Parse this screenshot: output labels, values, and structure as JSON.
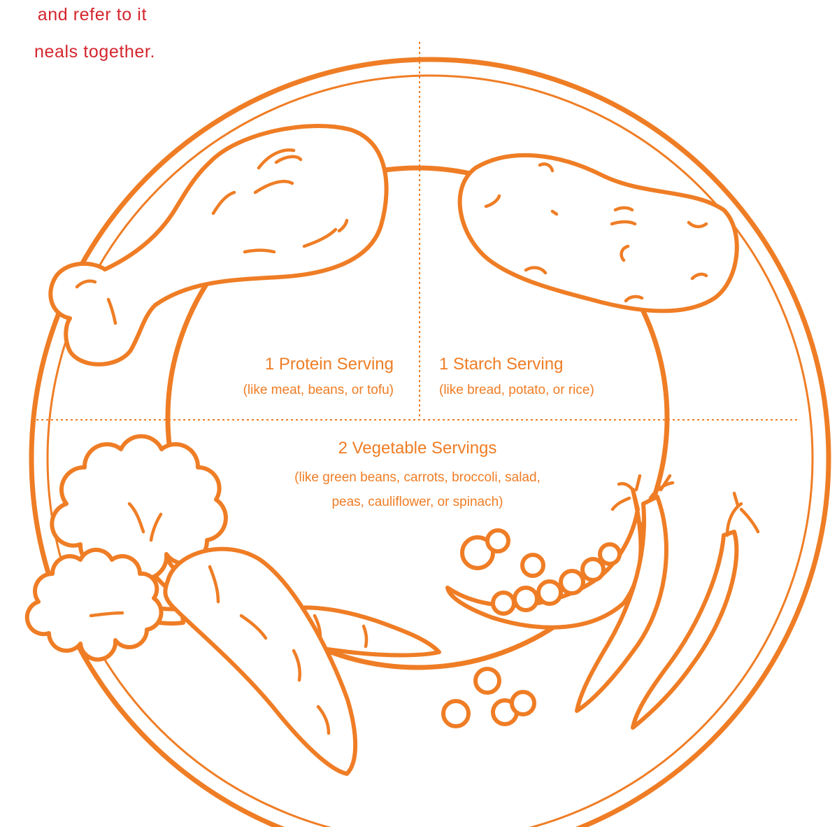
{
  "header": {
    "line1": "and refer to it",
    "line2": "neals together."
  },
  "plate": {
    "protein": {
      "title": "1 Protein Serving",
      "examples": "(like meat, beans, or tofu)"
    },
    "starch": {
      "title": "1 Starch Serving",
      "examples": "(like bread, potato, or rice)"
    },
    "vegetable": {
      "title": "2 Vegetable Servings",
      "examples_line1": "(like green beans, carrots, broccoli, salad,",
      "examples_line2": "peas, cauliflower, or spinach)"
    }
  },
  "icons": {
    "protein": "chicken-drumstick-icon",
    "starch": "potato-icon",
    "vegetables": [
      "broccoli-icon",
      "carrot-icon",
      "pea-pod-icon",
      "peas-icon"
    ]
  },
  "colors": {
    "accent": "#ef7d25",
    "header_text": "#d4252d",
    "background": "#ffffff"
  }
}
